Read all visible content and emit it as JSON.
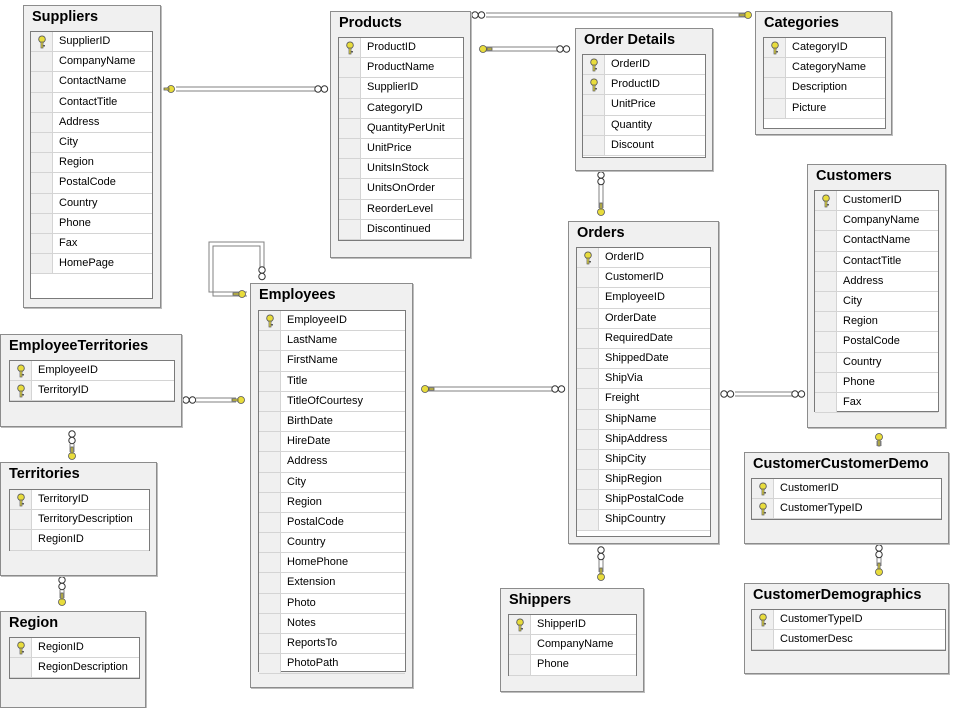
{
  "tables": [
    {
      "id": "suppliers",
      "title": "Suppliers",
      "columns": [
        {
          "name": "SupplierID",
          "pk": true
        },
        {
          "name": "CompanyName"
        },
        {
          "name": "ContactName"
        },
        {
          "name": "ContactTitle"
        },
        {
          "name": "Address"
        },
        {
          "name": "City"
        },
        {
          "name": "Region"
        },
        {
          "name": "PostalCode"
        },
        {
          "name": "Country"
        },
        {
          "name": "Phone"
        },
        {
          "name": "Fax"
        },
        {
          "name": "HomePage"
        }
      ]
    },
    {
      "id": "products",
      "title": "Products",
      "columns": [
        {
          "name": "ProductID",
          "pk": true
        },
        {
          "name": "ProductName"
        },
        {
          "name": "SupplierID"
        },
        {
          "name": "CategoryID"
        },
        {
          "name": "QuantityPerUnit"
        },
        {
          "name": "UnitPrice"
        },
        {
          "name": "UnitsInStock"
        },
        {
          "name": "UnitsOnOrder"
        },
        {
          "name": "ReorderLevel"
        },
        {
          "name": "Discontinued"
        }
      ]
    },
    {
      "id": "order-details",
      "title": "Order Details",
      "columns": [
        {
          "name": "OrderID",
          "pk": true
        },
        {
          "name": "ProductID",
          "pk": true
        },
        {
          "name": "UnitPrice"
        },
        {
          "name": "Quantity"
        },
        {
          "name": "Discount"
        }
      ]
    },
    {
      "id": "categories",
      "title": "Categories",
      "columns": [
        {
          "name": "CategoryID",
          "pk": true
        },
        {
          "name": "CategoryName"
        },
        {
          "name": "Description"
        },
        {
          "name": "Picture"
        }
      ]
    },
    {
      "id": "customers",
      "title": "Customers",
      "columns": [
        {
          "name": "CustomerID",
          "pk": true
        },
        {
          "name": "CompanyName"
        },
        {
          "name": "ContactName"
        },
        {
          "name": "ContactTitle"
        },
        {
          "name": "Address"
        },
        {
          "name": "City"
        },
        {
          "name": "Region"
        },
        {
          "name": "PostalCode"
        },
        {
          "name": "Country"
        },
        {
          "name": "Phone"
        },
        {
          "name": "Fax"
        }
      ]
    },
    {
      "id": "orders",
      "title": "Orders",
      "columns": [
        {
          "name": "OrderID",
          "pk": true
        },
        {
          "name": "CustomerID"
        },
        {
          "name": "EmployeeID"
        },
        {
          "name": "OrderDate"
        },
        {
          "name": "RequiredDate"
        },
        {
          "name": "ShippedDate"
        },
        {
          "name": "ShipVia"
        },
        {
          "name": "Freight"
        },
        {
          "name": "ShipName"
        },
        {
          "name": "ShipAddress"
        },
        {
          "name": "ShipCity"
        },
        {
          "name": "ShipRegion"
        },
        {
          "name": "ShipPostalCode"
        },
        {
          "name": "ShipCountry"
        }
      ]
    },
    {
      "id": "employees",
      "title": "Employees",
      "columns": [
        {
          "name": "EmployeeID",
          "pk": true
        },
        {
          "name": "LastName"
        },
        {
          "name": "FirstName"
        },
        {
          "name": "Title"
        },
        {
          "name": "TitleOfCourtesy"
        },
        {
          "name": "BirthDate"
        },
        {
          "name": "HireDate"
        },
        {
          "name": "Address"
        },
        {
          "name": "City"
        },
        {
          "name": "Region"
        },
        {
          "name": "PostalCode"
        },
        {
          "name": "Country"
        },
        {
          "name": "HomePhone"
        },
        {
          "name": "Extension"
        },
        {
          "name": "Photo"
        },
        {
          "name": "Notes"
        },
        {
          "name": "ReportsTo"
        },
        {
          "name": "PhotoPath"
        }
      ]
    },
    {
      "id": "employee-territories",
      "title": "EmployeeTerritories",
      "columns": [
        {
          "name": "EmployeeID",
          "pk": true
        },
        {
          "name": "TerritoryID",
          "pk": true
        }
      ]
    },
    {
      "id": "territories",
      "title": "Territories",
      "columns": [
        {
          "name": "TerritoryID",
          "pk": true
        },
        {
          "name": "TerritoryDescription"
        },
        {
          "name": "RegionID"
        }
      ]
    },
    {
      "id": "region",
      "title": "Region",
      "columns": [
        {
          "name": "RegionID",
          "pk": true
        },
        {
          "name": "RegionDescription"
        }
      ]
    },
    {
      "id": "shippers",
      "title": "Shippers",
      "columns": [
        {
          "name": "ShipperID",
          "pk": true
        },
        {
          "name": "CompanyName"
        },
        {
          "name": "Phone"
        }
      ]
    },
    {
      "id": "customer-customer-demo",
      "title": "CustomerCustomerDemo",
      "columns": [
        {
          "name": "CustomerID",
          "pk": true
        },
        {
          "name": "CustomerTypeID",
          "pk": true
        }
      ]
    },
    {
      "id": "customer-demographics",
      "title": "CustomerDemographics",
      "columns": [
        {
          "name": "CustomerTypeID",
          "pk": true
        },
        {
          "name": "CustomerDesc"
        }
      ]
    }
  ],
  "relationships": [
    {
      "one": "suppliers",
      "many": "products"
    },
    {
      "one": "categories",
      "many": "products"
    },
    {
      "one": "products",
      "many": "order-details"
    },
    {
      "one": "orders",
      "many": "order-details"
    },
    {
      "one": "customers",
      "many": "orders"
    },
    {
      "one": "employees",
      "many": "orders"
    },
    {
      "one": "shippers",
      "many": "orders"
    },
    {
      "one": "employees",
      "many": "employees"
    },
    {
      "one": "employees",
      "many": "employee-territories"
    },
    {
      "one": "territories",
      "many": "employee-territories"
    },
    {
      "one": "region",
      "many": "territories"
    },
    {
      "one": "customers",
      "many": "customer-customer-demo"
    },
    {
      "one": "customer-demographics",
      "many": "customer-customer-demo"
    }
  ],
  "colors": {
    "key": "#e8dc3c",
    "frame": "#f0f0f0",
    "line": "#808080",
    "canvas": "#ffffff"
  }
}
